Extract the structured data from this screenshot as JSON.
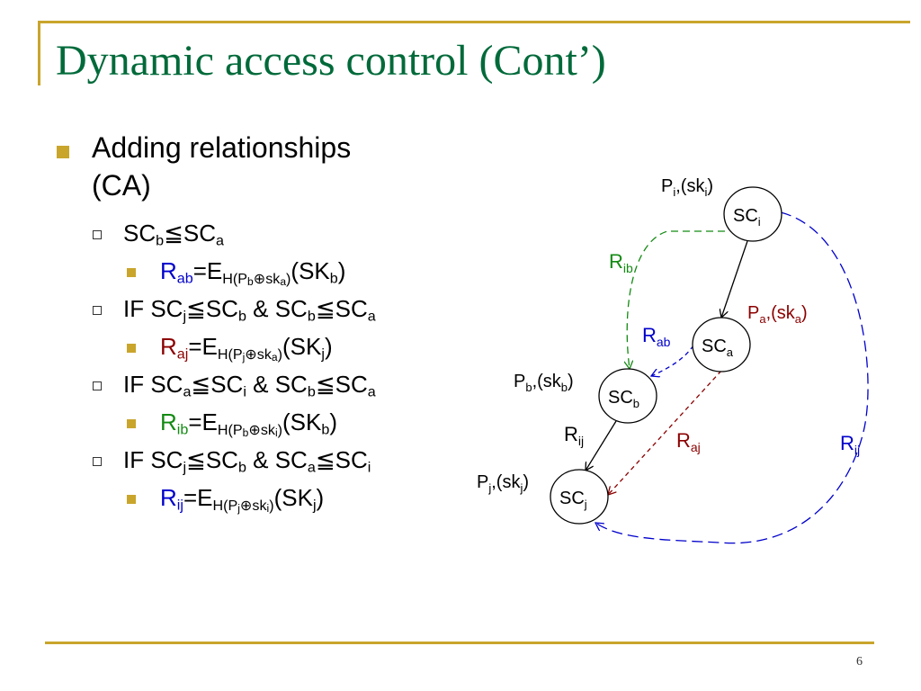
{
  "title": "Dynamic access control (Cont’)",
  "page_number": "6",
  "bullets": {
    "b1": {
      "line1": "Adding  relationships",
      "line2": "(CA)"
    },
    "c1": {
      "a": "SC",
      "a_sub": "b",
      "op": "≦",
      "b": "SC",
      "b_sub": "a"
    },
    "d1": {
      "r": "R",
      "r_sub": "ab",
      "eq": "=E",
      "h": "H(P",
      "h1": "b",
      "x": "⊕sk",
      "h2": "a",
      "close": ")",
      "sk": "(SK",
      "sk_sub": "b",
      "end": ")"
    },
    "c2": {
      "if": "IF SC",
      "s1": "j",
      "op1": "≦SC",
      "s2": "b",
      "amp": " & SC",
      "s3": "b",
      "op2": "≦SC",
      "s4": "a"
    },
    "d2": {
      "r": "R",
      "r_sub": "aj",
      "eq": "=E",
      "h": "H(P",
      "h1": "j",
      "x": "⊕sk",
      "h2": "a",
      "close": ")",
      "sk": "(SK",
      "sk_sub": "j",
      "end": ")"
    },
    "c3": {
      "if": "IF SC",
      "s1": "a",
      "op1": "≦SC",
      "s2": "i",
      "amp": " & SC",
      "s3": "b",
      "op2": "≦SC",
      "s4": "a"
    },
    "d3": {
      "r": "R",
      "r_sub": "ib",
      "eq": "=E",
      "h": "H(P",
      "h1": "b",
      "x": "⊕sk",
      "h2": "i",
      "close": ")",
      "sk": "(SK",
      "sk_sub": "b",
      "end": ")"
    },
    "c4": {
      "if": "IF SC",
      "s1": "j",
      "op1": "≦SC",
      "s2": "b",
      "amp": " & SC",
      "s3": "a",
      "op2": "≦SC",
      "s4": "i"
    },
    "d4": {
      "r": "R",
      "r_sub": "ij",
      "eq": "=E",
      "h": "H(P",
      "h1": "j",
      "x": "⊕sk",
      "h2": "i",
      "close": ")",
      "sk": "(SK",
      "sk_sub": "j",
      "end": ")"
    }
  },
  "diagram": {
    "nodes": {
      "i": {
        "label": "SC",
        "sub": "i",
        "key_p": "P",
        "key_sub": "i",
        "key_mid": ",(sk",
        "key_sub2": "i",
        "key_end": ")"
      },
      "a": {
        "label": "SC",
        "sub": "a",
        "key_p": "P",
        "key_sub": "a",
        "key_mid": ",(sk",
        "key_sub2": "a",
        "key_end": ")"
      },
      "b": {
        "label": "SC",
        "sub": "b",
        "key_p": "P",
        "key_sub": "b",
        "key_mid": ",(sk",
        "key_sub2": "b",
        "key_end": ")"
      },
      "j": {
        "label": "SC",
        "sub": "j",
        "key_p": "P",
        "key_sub": "j",
        "key_mid": ",(sk",
        "key_sub2": "j",
        "key_end": ")"
      }
    },
    "edges": {
      "ib": {
        "r": "R",
        "sub": "ib"
      },
      "ab": {
        "r": "R",
        "sub": "ab"
      },
      "aj": {
        "r": "R",
        "sub": "aj"
      },
      "ij_solid": {
        "r": "R",
        "sub": "ij"
      },
      "ij_dashed": {
        "r": "R",
        "sub": "ij"
      }
    },
    "colors": {
      "green": "#138a13",
      "blue": "#0000cc",
      "red": "#8b0000",
      "accent": "#c9a52c",
      "title": "#006a3a"
    }
  }
}
